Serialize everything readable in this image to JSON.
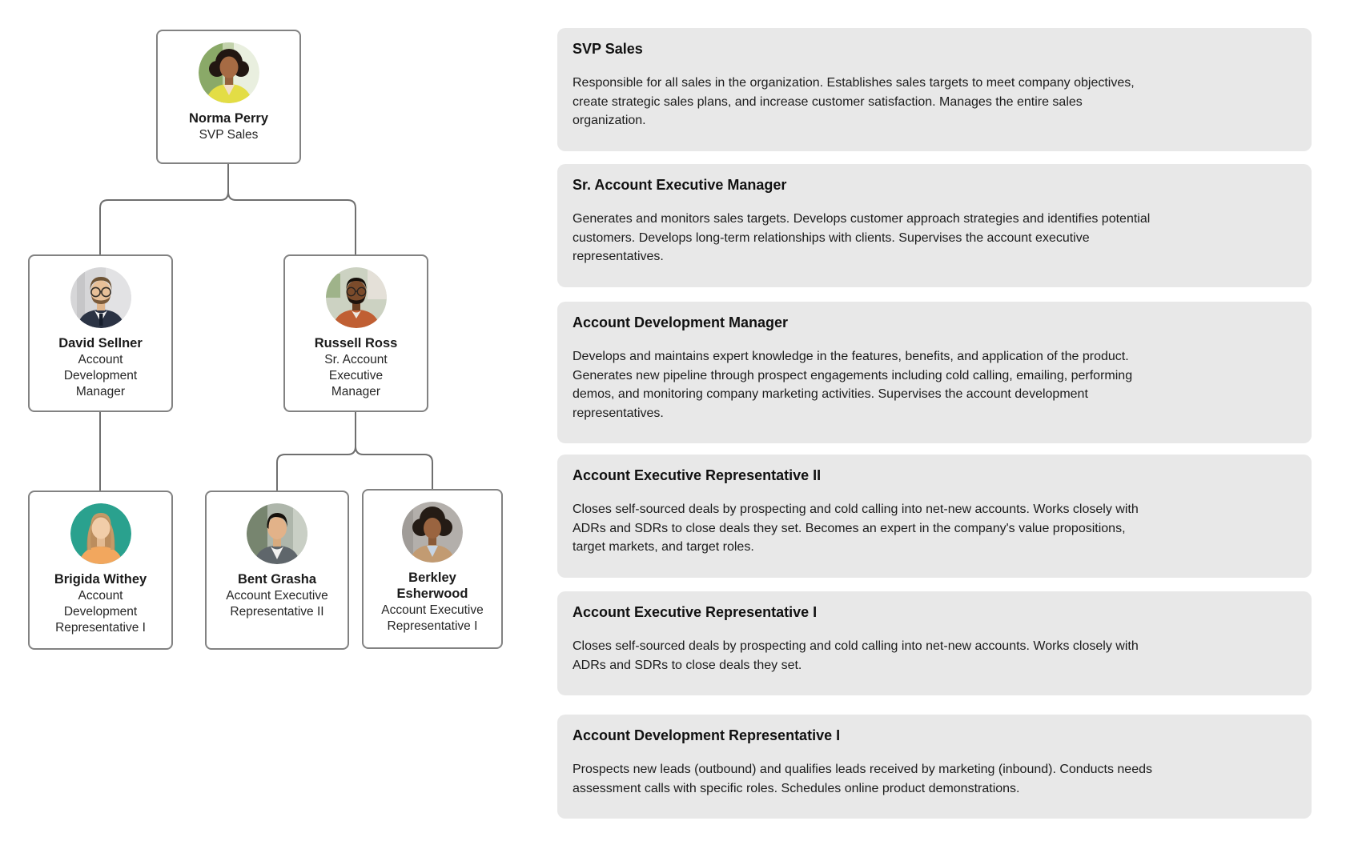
{
  "org_chart": {
    "people": [
      {
        "name": "Norma Perry",
        "title": "SVP Sales",
        "avatar": "woman-dark-curly-hair-yellow-jacket"
      },
      {
        "name": "David Sellner",
        "title": "Account\nDevelopment\nManager",
        "avatar": "man-glasses-beard-dark-suit"
      },
      {
        "name": "Russell Ross",
        "title": "Sr. Account\nExecutive\nManager",
        "avatar": "man-beard-orange-shirt"
      },
      {
        "name": "Brigida Withey",
        "title": "Account\nDevelopment\nRepresentative I",
        "avatar": "woman-long-hair-teal-background"
      },
      {
        "name": "Bent Grasha",
        "title": "Account Executive\nRepresentative II",
        "avatar": "man-black-hair-gray-suit"
      },
      {
        "name": "Berkley\nEsherwood",
        "title": "Account Executive\nRepresentative I",
        "avatar": "woman-curly-afro-tan-coat"
      }
    ]
  },
  "role_panels": [
    {
      "title": "SVP Sales",
      "description": "Responsible for all sales in the organization. Establishes sales targets to meet company objectives,\ncreate strategic sales plans, and increase customer satisfaction. Manages the entire sales\norganization."
    },
    {
      "title": "Sr. Account Executive Manager",
      "description": "Generates and monitors sales targets. Develops customer approach strategies and identifies potential\ncustomers. Develops long-term relationships with clients. Supervises the account executive\nrepresentatives."
    },
    {
      "title": "Account Development Manager",
      "description": "Develops and maintains expert knowledge in the features, benefits, and application of the product.\nGenerates new pipeline through prospect engagements including cold calling, emailing, performing\ndemos, and monitoring company marketing activities. Supervises the account development\nrepresentatives."
    },
    {
      "title": "Account Executive Representative II",
      "description": "Closes self-sourced deals by prospecting and cold calling into net-new accounts. Works closely with\nADRs and SDRs to close deals they set. Becomes an expert in the company's value propositions,\ntarget markets, and target roles."
    },
    {
      "title": "Account Executive Representative I",
      "description": "Closes self-sourced deals by prospecting and cold calling into net-new accounts. Works closely with\nADRs and SDRs to close deals they set."
    },
    {
      "title": "Account Development Representative I",
      "description": "Prospects new leads (outbound) and qualifies leads received by marketing (inbound). Conducts needs\nassessment calls with specific roles. Schedules online product demonstrations."
    }
  ],
  "colors": {
    "panel_background": "#e8e8e8",
    "card_border": "#828282",
    "connector_line": "#6f6f6f",
    "text": "#1c1c1c"
  }
}
